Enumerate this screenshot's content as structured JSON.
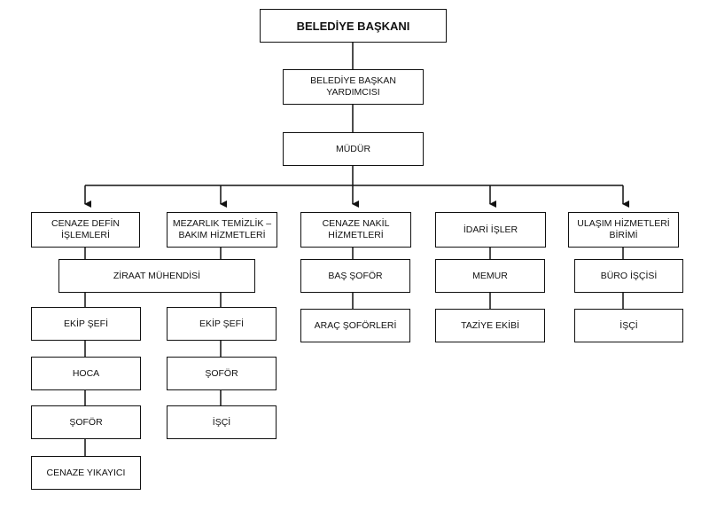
{
  "org_chart": {
    "top": "BELEDİYE BAŞKANI",
    "deputy": "BELEDİYE BAŞKAN YARDIMCISI",
    "director": "MÜDÜR",
    "departments": [
      {
        "title_line1": "CENAZE DEFİN",
        "title_line2": "İŞLEMLERİ"
      },
      {
        "title_line1": "MEZARLIK TEMİZLİK –",
        "title_line2": "BAKIM HİZMETLERİ"
      },
      {
        "title_line1": "CENAZE NAKİL",
        "title_line2": "HİZMETLERİ",
        "staff": [
          "BAŞ ŞOFÖR",
          "ARAÇ ŞOFÖRLERİ"
        ]
      },
      {
        "title_line1": "İDARİ İŞLER",
        "title_line2": "",
        "staff": [
          "MEMUR",
          "TAZİYE EKİBİ"
        ]
      },
      {
        "title_line1": "ULAŞIM HİZMETLERİ",
        "title_line2": "BİRİMİ",
        "staff": [
          "BÜRO İŞÇİSİ",
          "İŞÇİ"
        ]
      }
    ],
    "shared_unit": "ZİRAAT MÜHENDİSİ",
    "burial_staff": [
      "EKİP ŞEFİ",
      "HOCA",
      "ŞOFÖR",
      "CENAZE YIKAYICI"
    ],
    "cemetery_staff": [
      "EKİP ŞEFİ",
      "ŞOFÖR",
      "İŞÇİ"
    ]
  }
}
